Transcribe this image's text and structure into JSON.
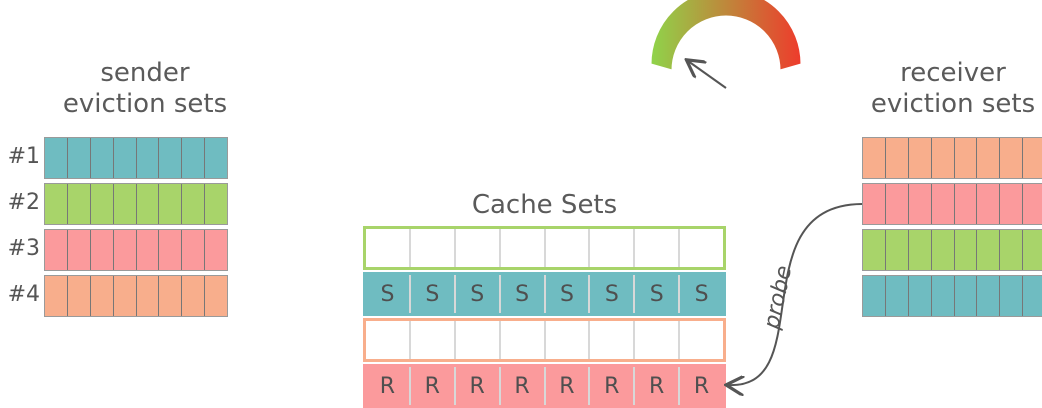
{
  "sender": {
    "title_line1": "sender",
    "title_line2": "eviction sets",
    "labels": [
      "#1",
      "#2",
      "#3",
      "#4"
    ],
    "row_colors": [
      "#6fbcc1",
      "#a8d46a",
      "#fb9a9c",
      "#f8ae8c"
    ],
    "cells_per_row": 8
  },
  "receiver": {
    "title_line1": "receiver",
    "title_line2": "eviction sets",
    "row_colors": [
      "#f8ae8c",
      "#fb9a9c",
      "#a8d46a",
      "#6fbcc1"
    ],
    "cells_per_row": 8
  },
  "cache": {
    "title": "Cache Sets",
    "rows": [
      {
        "border": "#a8d46a",
        "fill": "#ffffff",
        "letter": ""
      },
      {
        "border": "#6fbcc1",
        "fill": "#6fbcc1",
        "letter": "S"
      },
      {
        "border": "#f8ae8c",
        "fill": "#ffffff",
        "letter": ""
      },
      {
        "border": "#fb9a9c",
        "fill": "#fb9a9c",
        "letter": "R"
      }
    ],
    "cells_per_row": 8
  },
  "arrow": {
    "label": "probe"
  },
  "gauge": {
    "gradient_start": "#8fd44a",
    "gradient_end": "#ee3b2c"
  }
}
